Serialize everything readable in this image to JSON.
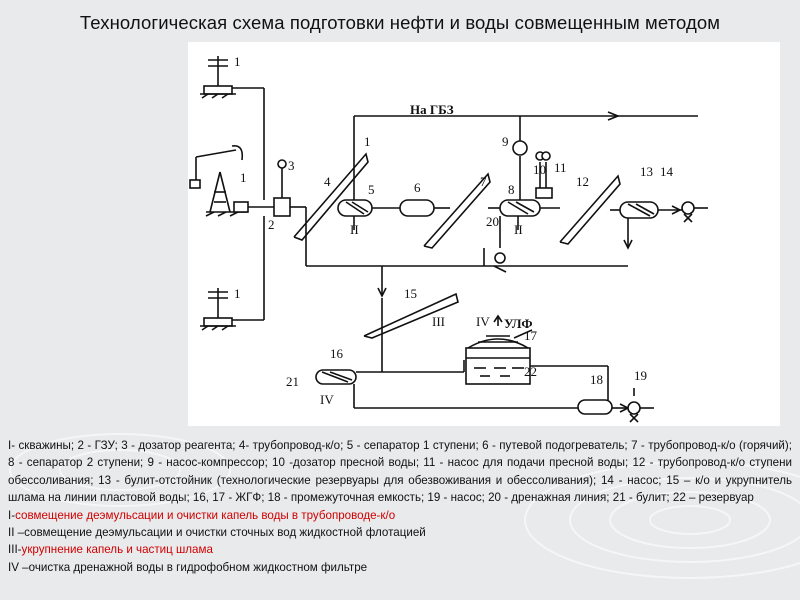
{
  "title": "Технологическая  схема подготовки  нефти и воды  совмещенным  методом",
  "diagram": {
    "labels": {
      "n1a": "1",
      "n1b": "1",
      "n1c": "1",
      "n1d": "1",
      "n2": "2",
      "n3": "3",
      "n4": "4",
      "n5": "5",
      "n6": "6",
      "n7": "7",
      "n8": "8",
      "n9": "9",
      "n10": "10",
      "n11": "11",
      "n12": "12",
      "n13": "13",
      "n14": "14",
      "n15": "15",
      "n16": "16",
      "n17": "17",
      "n18": "18",
      "n19": "19",
      "n20": "20",
      "n21": "21",
      "n22": "22",
      "r2a": "II",
      "r2b": "II",
      "r3": "III",
      "r4a": "IV",
      "r4b": "IV",
      "to_gbz": "На ГБЗ",
      "ulf": "УЛФ"
    }
  },
  "legend": {
    "text": "I- скважины; 2 - ГЗУ; 3 - дозатор реагента;  4-   трубопровод-к/о; 5 - сепаратор 1 ступени; 6 - путевой подогреватель; 7 - трубопровод-к/о (горячий); 8 - сепаратор 2 ступени; 9 - насос-компрессор; 10 -дозатор   пресной воды;   11   -  насос   для подачи  пресной  воды;  12  -  трубопровод-к/о  ступени обессоливания; 13 - булит-отстойник (технологические резервуары для обезвоживания и обессоливания); 14 - насос; 15 – к/о и укрупнитель шлама на линии пластовой воды; 16, 17 - ЖГФ;  18 - промежуточная  емкость; 19 - насос; 20 - дренажная линия; 21 - булит; 22 – резервуар",
    "item1_prefix": "I-",
    "item1_text": "совмещение деэмульсации и очистки капель воды в трубопроводе-к/о",
    "item2": "II –совмещение деэмульсации и очистки сточных вод жидкостной  флотацией",
    "item3_prefix": "III-",
    "item3_text": "укрупнение  капель  и частиц шлама",
    "item4": "IV –очистка дренажной воды в гидрофобном  жидкостном фильтре"
  },
  "colors": {
    "accent": "#d00000",
    "background": "#e9eaec"
  }
}
